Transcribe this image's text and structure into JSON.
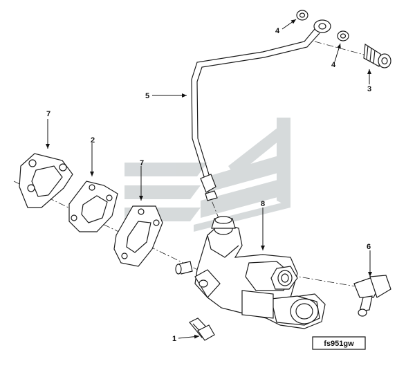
{
  "diagram": {
    "reference_code": "fs951gw",
    "callouts": [
      {
        "id": "c1",
        "label": "1"
      },
      {
        "id": "c2",
        "label": "2"
      },
      {
        "id": "c3",
        "label": "3"
      },
      {
        "id": "c4a",
        "label": "4"
      },
      {
        "id": "c4b",
        "label": "4"
      },
      {
        "id": "c5",
        "label": "5"
      },
      {
        "id": "c6",
        "label": "6"
      },
      {
        "id": "c7a",
        "label": "7"
      },
      {
        "id": "c7b",
        "label": "7"
      },
      {
        "id": "c8",
        "label": "8"
      }
    ]
  },
  "colors": {
    "line": "#1a1a1a",
    "watermark": "#cfd4d6",
    "background": "#ffffff"
  }
}
